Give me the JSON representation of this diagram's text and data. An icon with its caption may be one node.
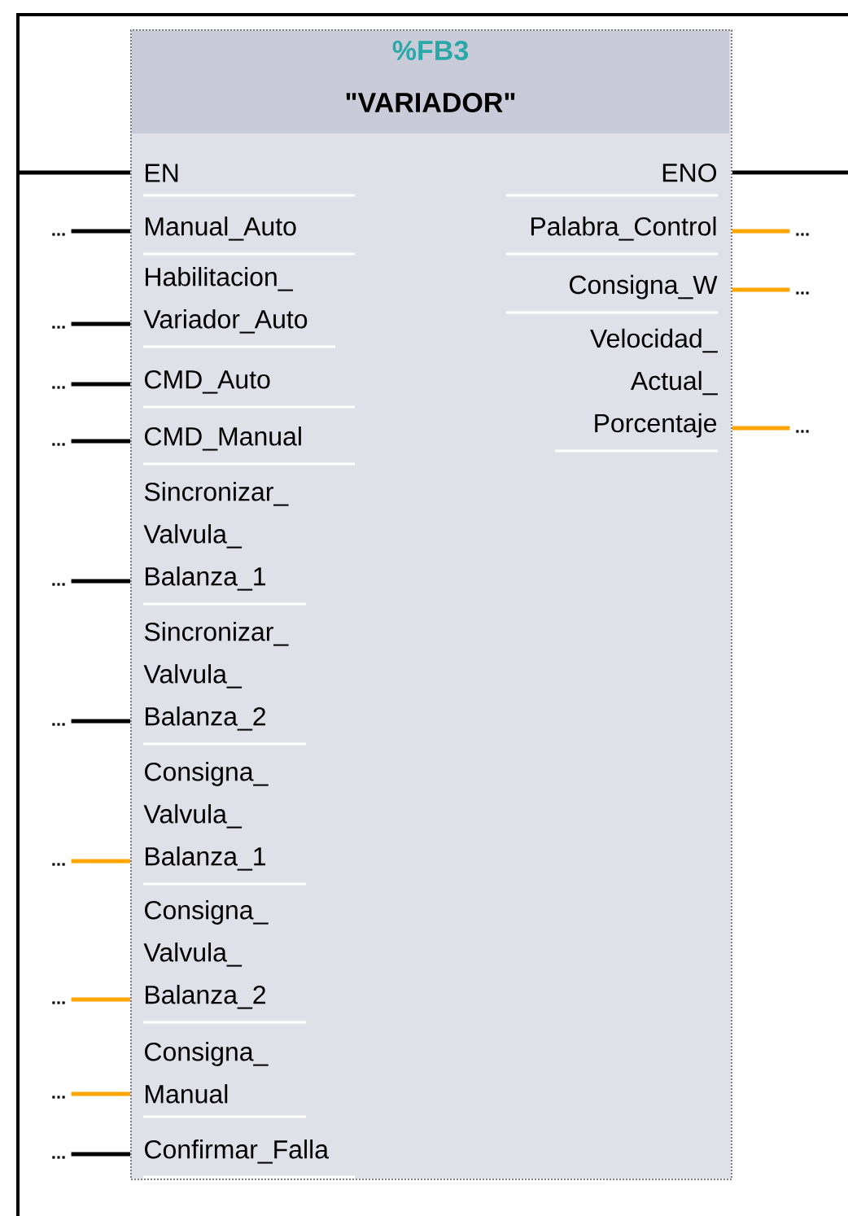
{
  "diagram": {
    "nodes": [
      {
        "text": [
          "%FB3",
          "\"VARIADOR\""
        ]
      },
      {
        "text": [
          "..."
        ]
      },
      {
        "text": [
          "..."
        ]
      },
      {
        "text": [
          "..."
        ]
      },
      {
        "text": [
          "..."
        ]
      },
      {
        "text": [
          "..."
        ]
      },
      {
        "text": [
          "..."
        ]
      },
      {
        "text": [
          "..."
        ]
      },
      {
        "text": [
          "..."
        ]
      },
      {
        "text": [
          "..."
        ]
      },
      {
        "text": [
          "..."
        ]
      },
      {
        "text": [
          "..."
        ]
      },
      {
        "text": [
          "..."
        ]
      },
      {
        "text": [
          "..."
        ]
      }
    ],
    "edges": [
      {
        "from": null,
        "to": 0,
        "arrow": "none"
      },
      {
        "from": 0,
        "to": null,
        "arrow": "none"
      },
      {
        "from": 1,
        "to": 0,
        "arrow": "none"
      },
      {
        "from": 2,
        "to": 0,
        "arrow": "none"
      },
      {
        "from": 3,
        "to": 0,
        "arrow": "none"
      },
      {
        "from": 4,
        "to": 0,
        "arrow": "none"
      },
      {
        "from": 5,
        "to": 0,
        "arrow": "none"
      },
      {
        "from": 6,
        "to": 0,
        "arrow": "none"
      },
      {
        "from": 7,
        "to": 0,
        "arrow": "none",
        "color": "#ffa500"
      },
      {
        "from": 8,
        "to": 0,
        "arrow": "none",
        "color": "#ffa500"
      },
      {
        "from": 9,
        "to": 0,
        "arrow": "none",
        "color": "#ffa500"
      },
      {
        "from": 10,
        "to": 0,
        "arrow": "none"
      },
      {
        "from": 0,
        "to": 11,
        "arrow": "none",
        "color": "#ffa500"
      },
      {
        "from": 0,
        "to": 12,
        "arrow": "none",
        "color": "#ffa500"
      },
      {
        "from": 0,
        "to": 13,
        "arrow": "none",
        "color": "#ffa500"
      }
    ],
    "labels": [
      "EN",
      "ENO",
      "Manual_Auto",
      "Habilitacion_ Variador_Auto",
      "CMD_Auto",
      "CMD_Manual",
      "Sincronizar_ Valvula_ Balanza_1",
      "Sincronizar_ Valvula_ Balanza_2",
      "Consigna_ Valvula_ Balanza_1",
      "Consigna_ Valvula_ Balanza_2",
      "Consigna_ Manual",
      "Confirmar_Falla",
      "Palabra_Control",
      "Consigna_W",
      "Velocidad_ Actual_ Porcentaje"
    ]
  }
}
